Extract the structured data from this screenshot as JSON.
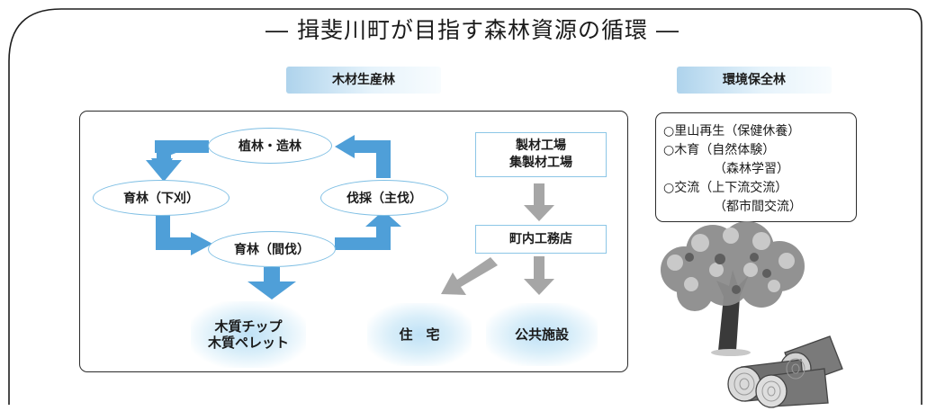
{
  "title": "― 揖斐川町が目指す森林資源の循環 ―",
  "headers": {
    "production": "木材生産林",
    "conservation": "環境保全林"
  },
  "cycle": {
    "planting": "植林・造林",
    "weeding": "育林（下刈）",
    "thinning": "育林（間伐）",
    "harvest": "伐採（主伐）"
  },
  "mill": {
    "line1": "製材工場",
    "line2": "集製材工場"
  },
  "local_builder": "町内工務店",
  "outputs": {
    "chip_line1": "木質チップ",
    "chip_line2": "木質ペレット",
    "housing": "住　宅",
    "public": "公共施設"
  },
  "conservation_list": [
    "○里山再生（保健休養）",
    "○木育（自然体験）",
    "（森林学習）",
    "○交流（上下流交流）",
    "（都市間交流）"
  ],
  "colors": {
    "arrow_blue": "#4f9fd8",
    "arrow_gray": "#a6a6a6",
    "ellipse_border": "#7fbfe4",
    "header_fill": "#aed3ec"
  },
  "icons": [
    "tree-icon",
    "logs-icon"
  ]
}
